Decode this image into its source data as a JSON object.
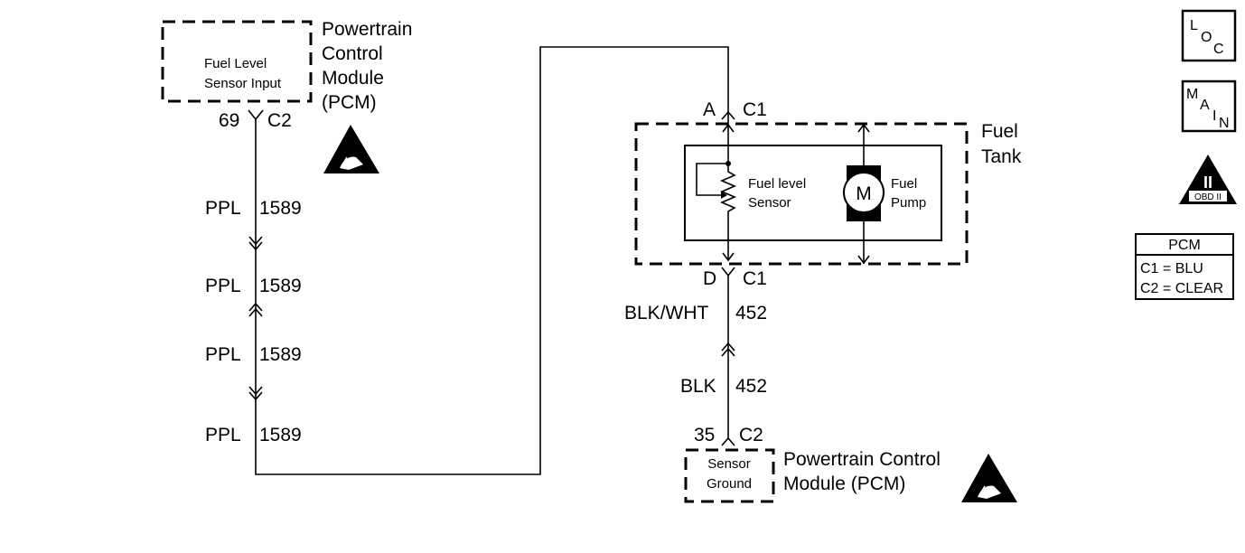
{
  "pcm_top": {
    "box_label_line1": "Fuel Level",
    "box_label_line2": "Sensor Input",
    "name_line1": "Powertrain",
    "name_line2": "Control",
    "name_line3": "Module",
    "name_line4": "(PCM)",
    "pin": "69",
    "connector": "C2"
  },
  "left_wire_segments": [
    {
      "color": "PPL",
      "circuit": "1589"
    },
    {
      "color": "PPL",
      "circuit": "1589"
    },
    {
      "color": "PPL",
      "circuit": "1589"
    },
    {
      "color": "PPL",
      "circuit": "1589"
    }
  ],
  "fuel_tank": {
    "name_line1": "Fuel",
    "name_line2": "Tank",
    "top_pin": "A",
    "top_connector": "C1",
    "bottom_pin": "D",
    "bottom_connector": "C1",
    "sensor_line1": "Fuel level",
    "sensor_line2": "Sensor",
    "motor_symbol": "M",
    "pump_line1": "Fuel",
    "pump_line2": "Pump"
  },
  "right_wire_segments": [
    {
      "color": "BLK/WHT",
      "circuit": "452"
    },
    {
      "color": "BLK",
      "circuit": "452"
    }
  ],
  "pcm_bottom": {
    "pin": "35",
    "connector": "C2",
    "box_label_line1": "Sensor",
    "box_label_line2": "Ground",
    "name_line1": "Powertrain Control",
    "name_line2": "Module (PCM)"
  },
  "legend": {
    "loc_letters": [
      "L",
      "O",
      "C"
    ],
    "main_letters": [
      "M",
      "A",
      "I",
      "N"
    ],
    "obd_symbol": "II",
    "obd_label": "OBD II",
    "table_title": "PCM",
    "table_row1": "C1 = BLU",
    "table_row2": "C2 = CLEAR"
  },
  "icons": [
    "esd-warning-icon",
    "esd-warning-icon",
    "loc-icon",
    "main-icon",
    "obd-ii-icon"
  ]
}
